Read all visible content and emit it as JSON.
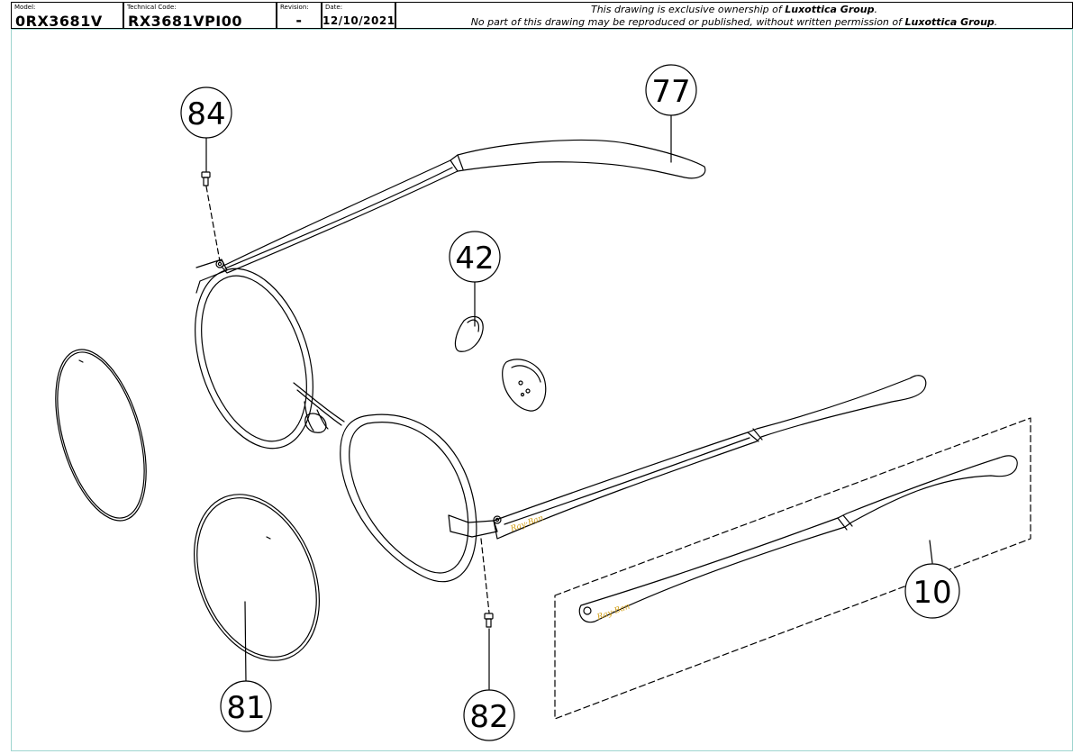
{
  "header": {
    "model_label": "Model:",
    "model_value": "0RX3681V",
    "technical_label": "Technical Code:",
    "technical_value": "RX3681VPI00",
    "revision_label": "Revision:",
    "revision_value": "-",
    "date_label": "Date:",
    "date_value": "12/10/2021",
    "notice_line1_pre": "This drawing is exclusive ownership of ",
    "notice_line1_brand": "Luxottica Group",
    "notice_line1_post": ".",
    "notice_line2_pre": "No part of this drawing may be reproduced or published, without written permission of ",
    "notice_line2_brand": "Luxottica Group",
    "notice_line2_post": "."
  },
  "callouts": [
    {
      "id": "84",
      "label": "84"
    },
    {
      "id": "77",
      "label": "77"
    },
    {
      "id": "42",
      "label": "42"
    },
    {
      "id": "10",
      "label": "10"
    },
    {
      "id": "81",
      "label": "81"
    },
    {
      "id": "82",
      "label": "82"
    }
  ],
  "colors": {
    "line": "#000000",
    "frame_border": "#9fd5cf",
    "logo": "#d4a017"
  }
}
